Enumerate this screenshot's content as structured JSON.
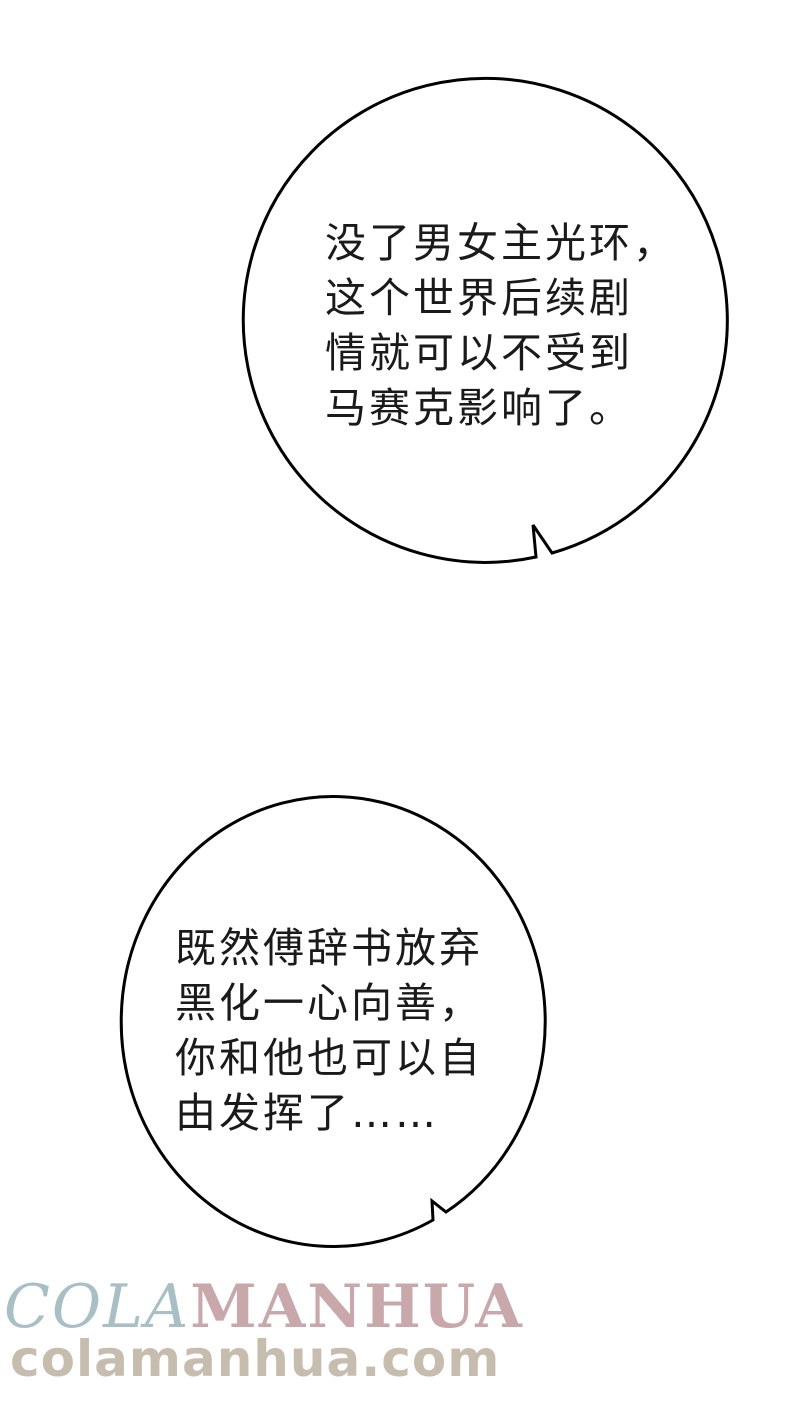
{
  "bubbles": [
    {
      "lines": [
        "没了男女主光环，",
        "这个世界后续剧",
        "情就可以不受到",
        "马赛克影响了。"
      ]
    },
    {
      "lines": [
        "既然傅辞书放弃",
        "黑化一心向善，",
        "你和他也可以自",
        "由发挥了……"
      ]
    }
  ],
  "watermark": {
    "part1": "COLA",
    "part2": "MANHUA",
    "url": "colamanhua.com"
  }
}
